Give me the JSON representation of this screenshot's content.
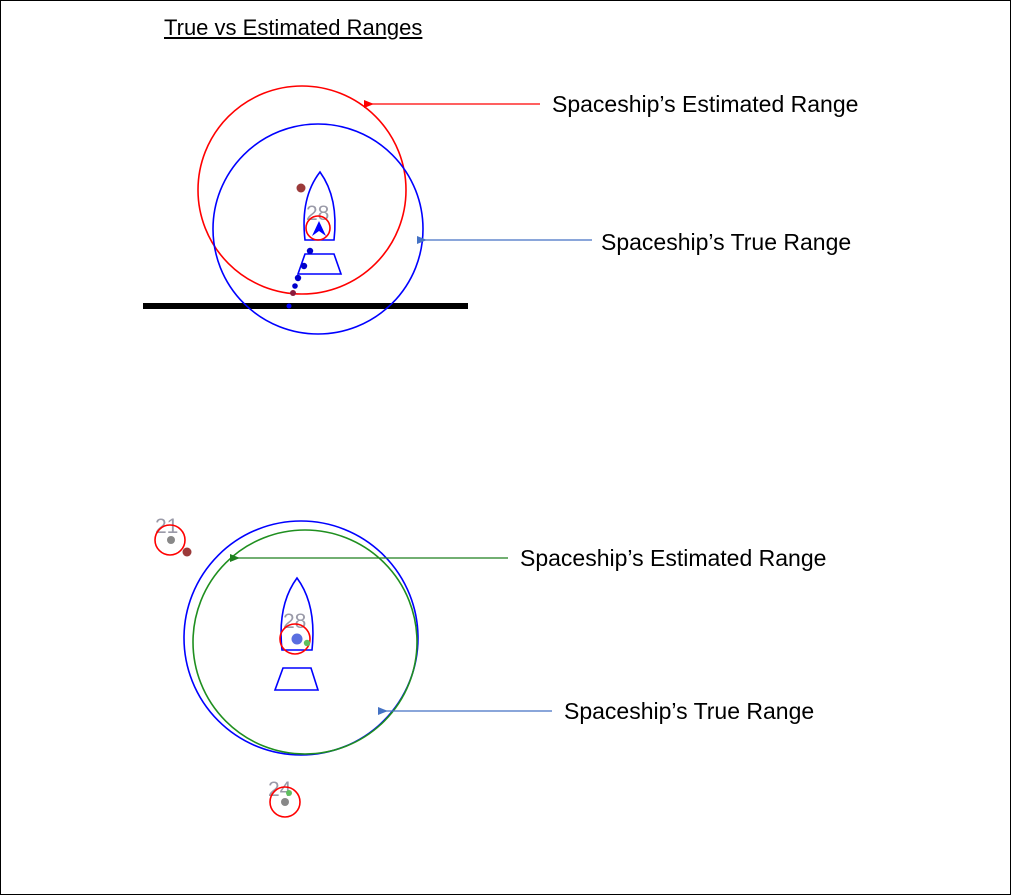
{
  "title": "True vs Estimated Ranges",
  "scenes": {
    "top": {
      "estimated_label": "Spaceship’s Estimated Range",
      "true_label": "Spaceship’s True Range",
      "spaceship_number": "28"
    },
    "bottom": {
      "estimated_label": "Spaceship’s Estimated Range",
      "true_label": "Spaceship’s True Range",
      "spaceship_number": "28",
      "other_numbers": [
        "21",
        "24"
      ]
    }
  },
  "colors": {
    "estimated_top": "#ff0000",
    "true_range": "#0000ff",
    "estimated_bottom": "#008000",
    "ground": "#000000",
    "arrow_blue": "#4472c4",
    "marker_number": "#9a9aa8"
  }
}
